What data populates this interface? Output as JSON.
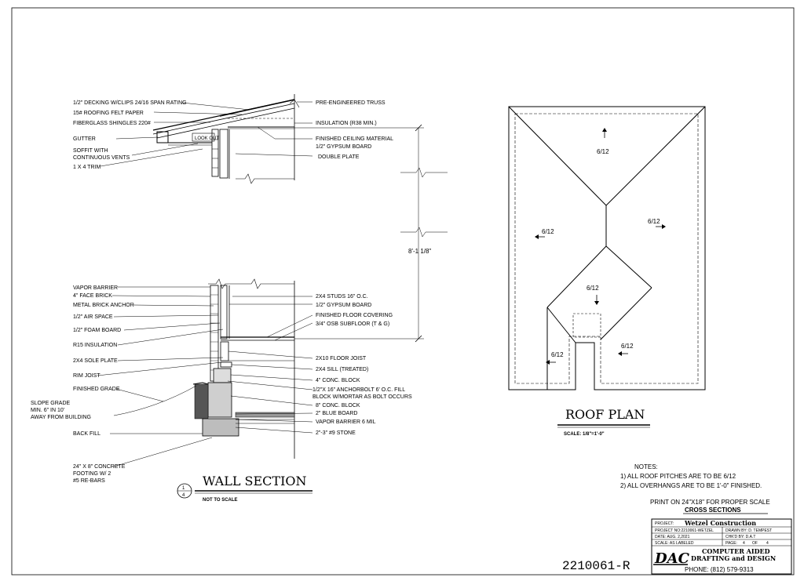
{
  "wall_section": {
    "upper_labels": [
      "1/2\" DECKING W/CLIPS 24/16 SPAN RATING",
      "15# ROOFING FELT PAPER",
      "FIBERGLASS SHINGLES 220#",
      "GUTTER",
      "SOFFIT WITH",
      "CONTINUOUS VENTS",
      "1 X 4 TRIM"
    ],
    "upper_right_labels": [
      "PRE-ENGINEERED TRUSS",
      "INSULATION (R38 MIN.)",
      "FINISHED CEILING MATERIAL",
      "1/2\" GYPSUM BOARD",
      "DOUBLE PLATE"
    ],
    "lookout": "LOOK OUT",
    "left_labels": [
      "VAPOR BARRIER",
      "4\" FACE BRICK",
      "METAL BRICK ANCHOR",
      "1/2\" AIR SPACE",
      "1/2\" FOAM BOARD",
      "R15 INSULATION",
      "2X4 SOLE PLATE",
      "RIM JOIST",
      "FINISHED GRADE"
    ],
    "slope_note": [
      "SLOPE GRADE",
      "MIN. 6\" IN 10'",
      "AWAY FROM BUILDING"
    ],
    "backfill": "BACK FILL",
    "footing_note": [
      "24\" X 8\" CONCRETE",
      "FOOTING W/ 2",
      "#5 RE-BARS"
    ],
    "right_labels": [
      "2X4 STUDS 16\" O.C.",
      "1/2\" GYPSUM BOARD",
      "FINISHED FLOOR COVERING",
      "3/4\" OSB SUBFLOOR (T & G)",
      "2X10 FLOOR JOIST",
      "2X4 SILL (TREATED)",
      "4\" CONC. BLOCK",
      "1/2\"X 16\" ANCHORBOLT 6' O.C. FILL",
      "BLOCK W/MORTAR AS BOLT OCCURS",
      "8\" CONC. BLOCK",
      "2\" BLUE BOARD",
      "VAPOR BARRIER 6 MIL",
      "2\"-3\" #9 STONE"
    ],
    "dimension": "8'-1 1/8\"",
    "title": "WALL SECTION",
    "scale": "NOT TO SCALE",
    "marker_top": "1",
    "marker_bottom": "4"
  },
  "roof_plan": {
    "title": "ROOF PLAN",
    "scale": "SCALE: 1/8\"=1'-0\"",
    "pitches": [
      "6/12",
      "6/12",
      "6/12",
      "6/12",
      "6/12",
      "6/12"
    ]
  },
  "notes": {
    "heading": "NOTES:",
    "items": [
      "1)  ALL ROOF PITCHES ARE TO BE 6/12",
      "2)  ALL OVERHANGS ARE TO BE 1'-0\" FINISHED."
    ],
    "print_note": "PRINT ON 24\"X18\" FOR PROPER SCALE",
    "sheet_title": "CROSS SECTIONS"
  },
  "title_block": {
    "project_label": "PROJECT:",
    "project": "Wetzel Construction",
    "project_no": "PROJECT NO:2210061-WETZEL",
    "drawn_by": "DRAWN BY: D. TEMPEST",
    "date": "DATE:   AUG. 2,2021",
    "chkd_by": "CHK'D BY:      D.A.T",
    "scale": "SCALE:  AS LABELED",
    "page_label": "PAGE:",
    "page_no": "4",
    "page_of": "OF",
    "page_total": "4",
    "logo": "DAC",
    "company_line1": "COMPUTER AIDED",
    "company_line2": "DRAFTING and DESIGN",
    "phone": "PHONE: (812) 579-9313"
  },
  "drawing_number": "2210061-R"
}
